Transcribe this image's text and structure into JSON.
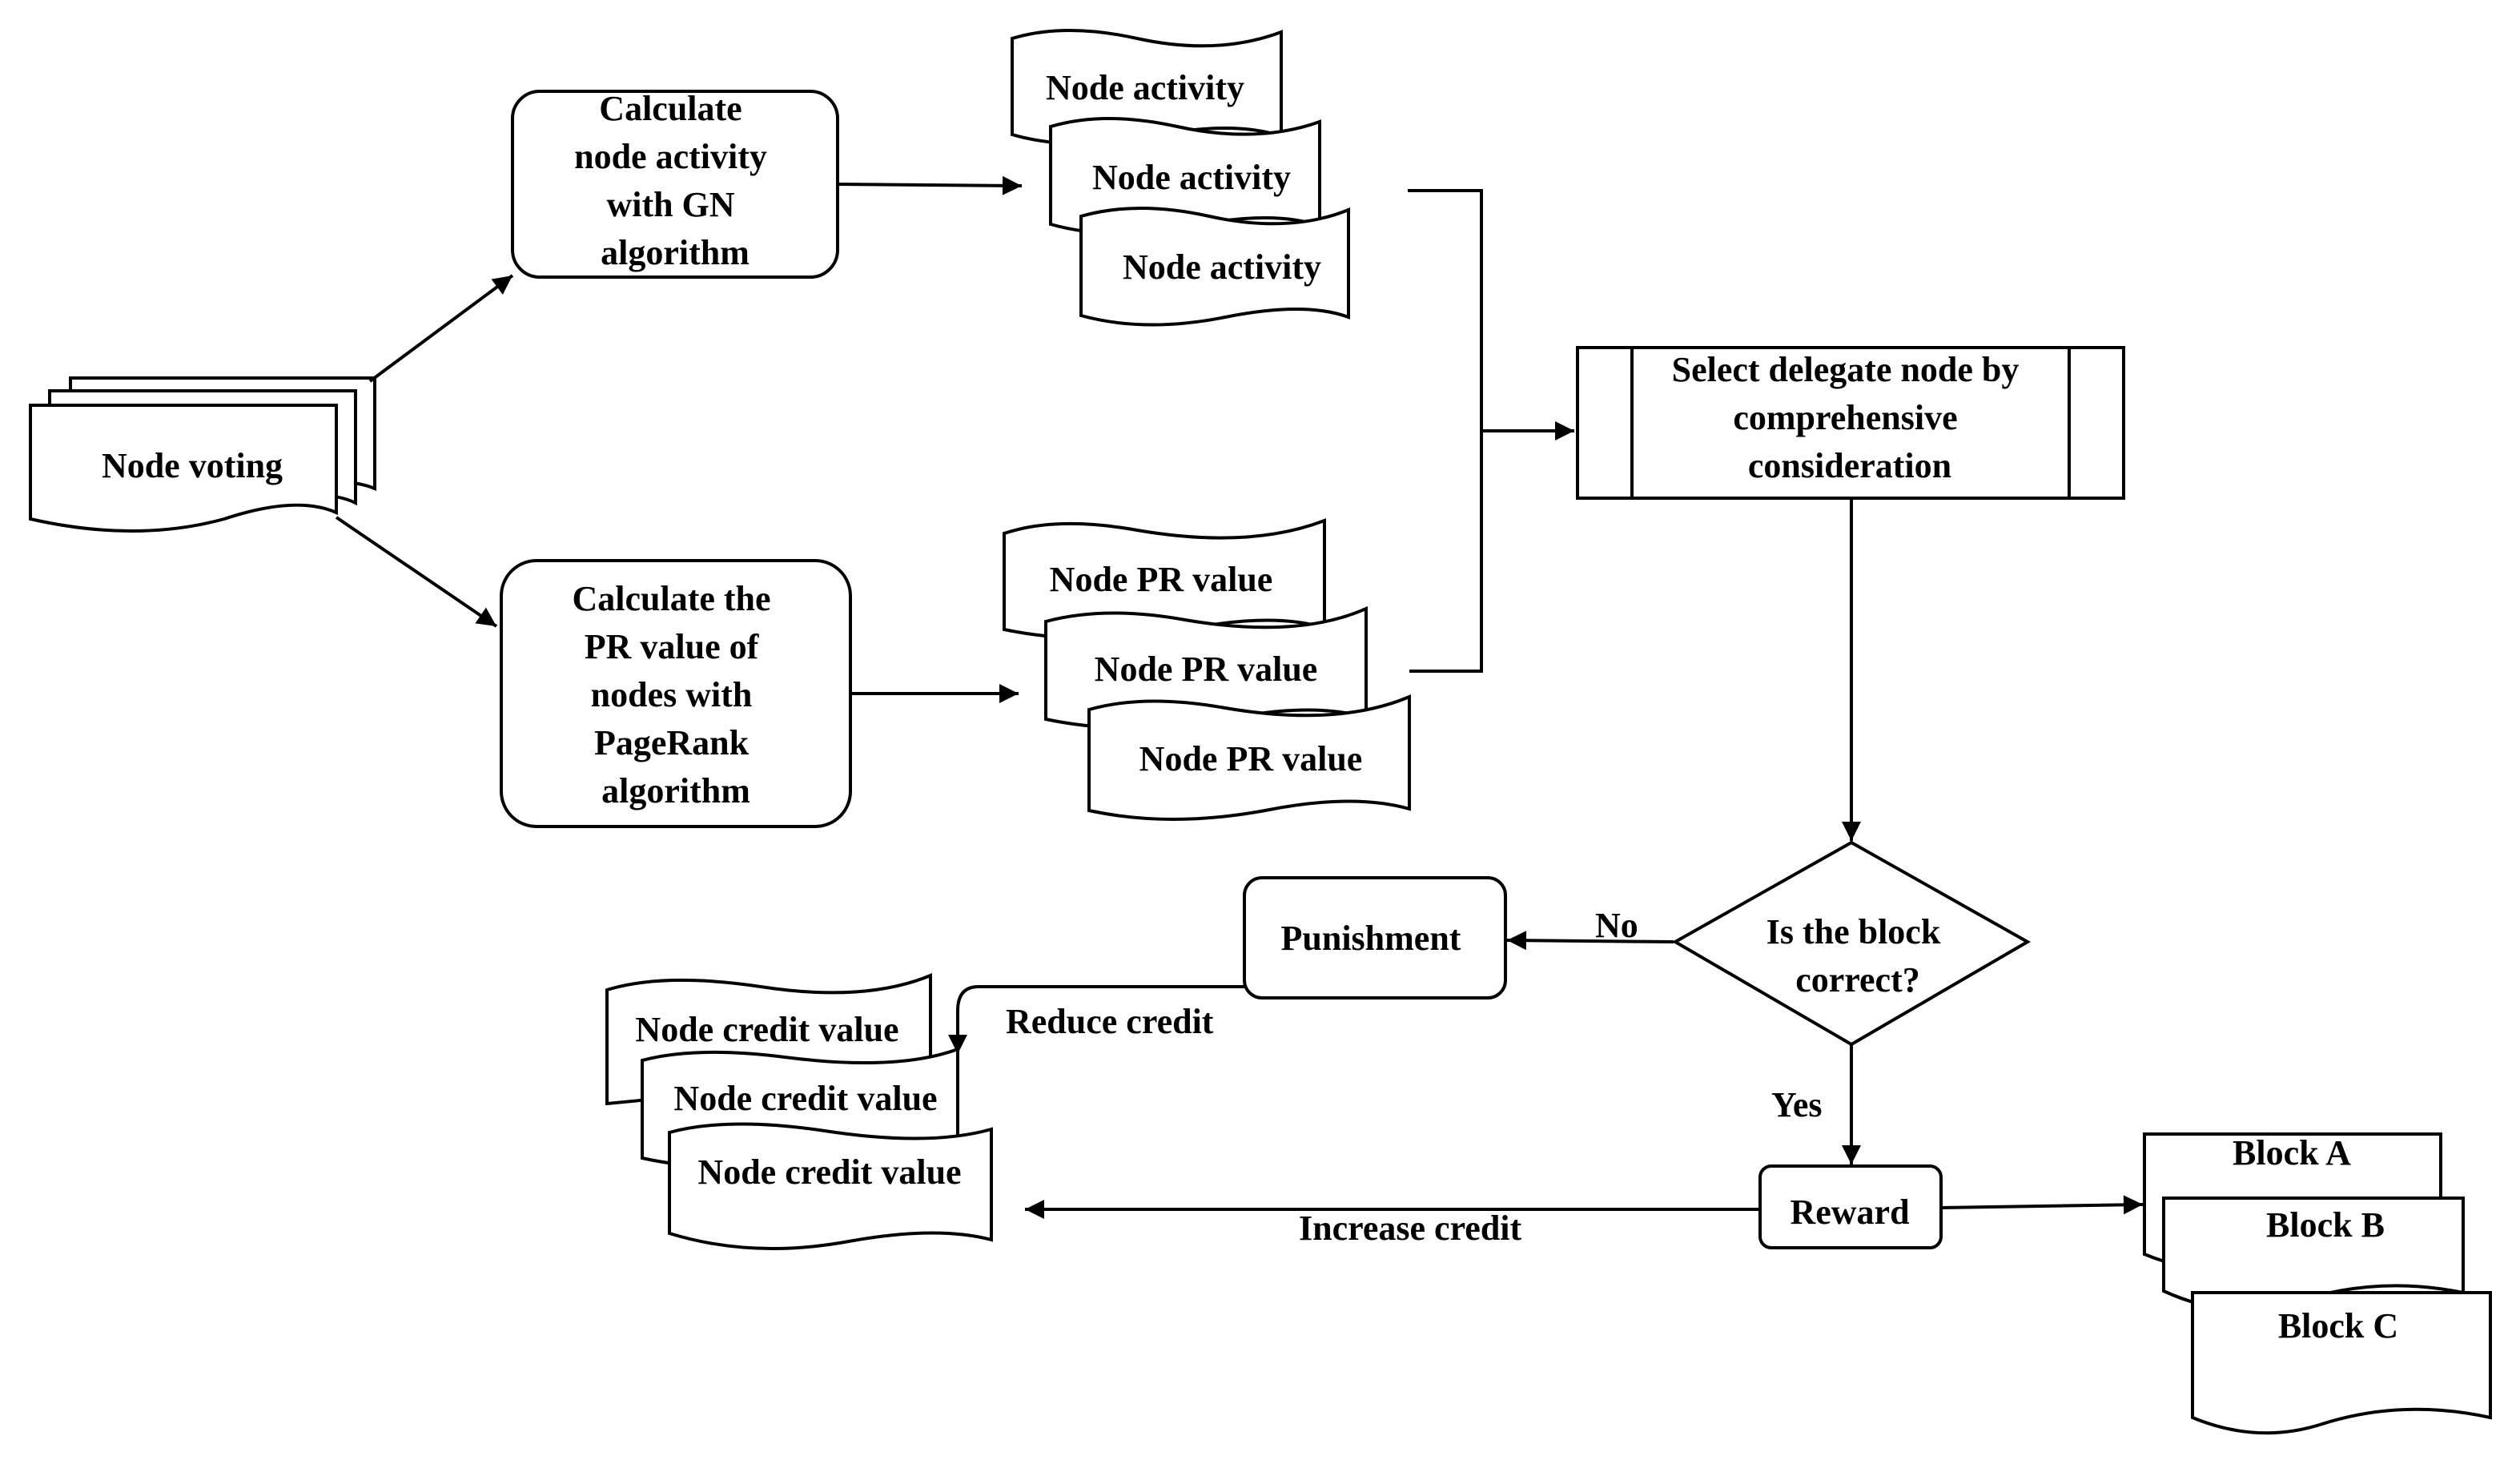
{
  "colors": {
    "stroke": "#000000",
    "background": "#ffffff"
  },
  "nodes": {
    "node_voting": "Node voting",
    "calc_gn": [
      "Calculate",
      "node activity",
      "with GN",
      "algorithm"
    ],
    "calc_pr": [
      "Calculate the",
      "PR value of",
      "nodes with",
      "PageRank",
      "algorithm"
    ],
    "node_activity": [
      "Node activity",
      "Node activity",
      "Node activity"
    ],
    "node_pr_value": [
      "Node PR value",
      "Node PR value",
      "Node PR value"
    ],
    "select_delegate": [
      "Select delegate node by",
      "comprehensive",
      "consideration"
    ],
    "decision": [
      "Is the block",
      "correct?"
    ],
    "punishment": "Punishment",
    "reward": "Reward",
    "node_credit_value": [
      "Node credit value",
      "Node credit value",
      "Node credit value"
    ],
    "blocks": [
      "Block A",
      "Block B",
      "Block C"
    ]
  },
  "edges": {
    "no": "No",
    "yes": "Yes",
    "reduce_credit": "Reduce credit",
    "increase_credit": "Increase credit"
  }
}
